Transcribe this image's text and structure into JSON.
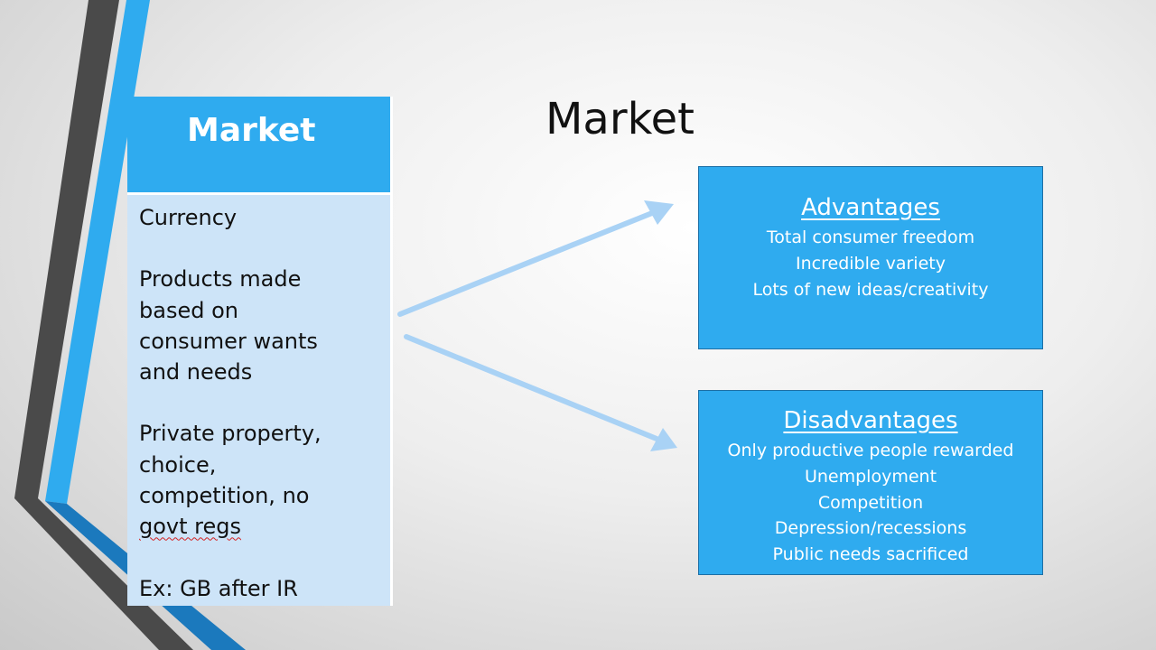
{
  "slide": {
    "title": "Market",
    "colors": {
      "accent_blue": "#2fabef",
      "light_blue": "#cde4f8",
      "dark_stripe": "#4a4a4a",
      "arrow": "#a9d2f5"
    }
  },
  "side_table": {
    "header": "Market",
    "lines": [
      "Currency",
      "",
      "Products made",
      "based on",
      "consumer wants",
      "and needs",
      "",
      "Private property,",
      "choice,",
      "competition, no",
      "govt regs",
      "",
      "Ex: GB after IR"
    ]
  },
  "advantages": {
    "title": "Advantages",
    "items": [
      "Total consumer freedom",
      "Incredible variety",
      "Lots of new ideas/creativity"
    ]
  },
  "disadvantages": {
    "title": "Disadvantages",
    "items": [
      "Only productive people rewarded",
      "Unemployment",
      "Competition",
      "Depression/recessions",
      "Public needs sacrificed"
    ]
  },
  "icons": [
    "arrow-right-up-icon",
    "arrow-right-down-icon"
  ]
}
